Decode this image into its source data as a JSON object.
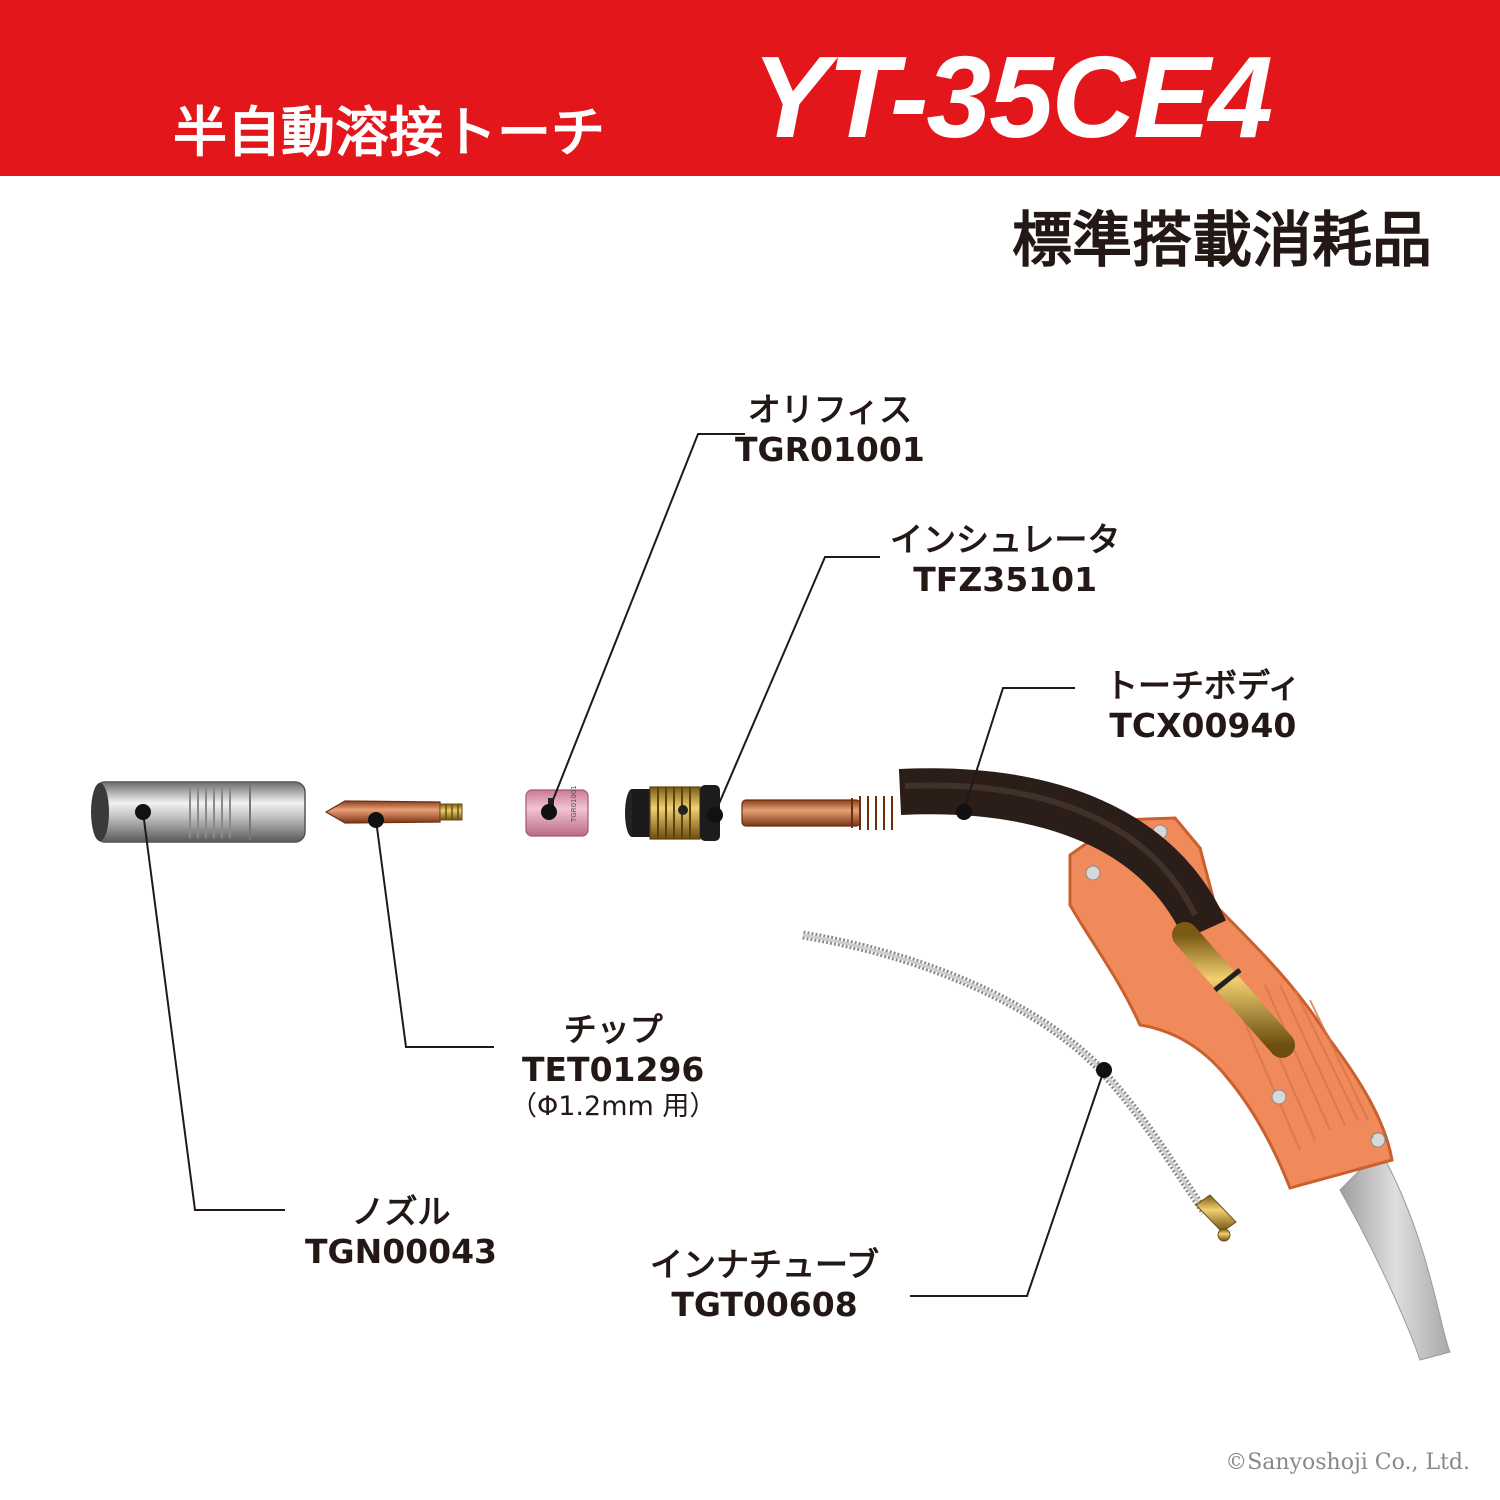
{
  "header": {
    "product_type": "半自動溶接トーチ",
    "model": "YT-35CE4",
    "subtitle": "標準搭載消耗品"
  },
  "parts": {
    "orifice": {
      "name": "オリフィス",
      "code": "TGR01001"
    },
    "insulator": {
      "name": "インシュレータ",
      "code": "TFZ35101"
    },
    "torch_body": {
      "name": "トーチボディ",
      "code": "TCX00940"
    },
    "tip": {
      "name": "チップ",
      "code": "TET01296",
      "note": "（Φ1.2mm 用）"
    },
    "nozzle": {
      "name": "ノズル",
      "code": "TGN00043"
    },
    "inner_tube": {
      "name": "インナチューブ",
      "code": "TGT00608"
    }
  },
  "footer": {
    "copyright": "©Sanyoshoji Co., Ltd."
  },
  "colors": {
    "banner": "#e3171b",
    "handle": "#f08a5a",
    "copper": "#c8703e",
    "brass": "#c9a13a",
    "orifice": "#e7a0b5",
    "body_tube": "#2b1d17",
    "cable": "#c9c9c9"
  }
}
